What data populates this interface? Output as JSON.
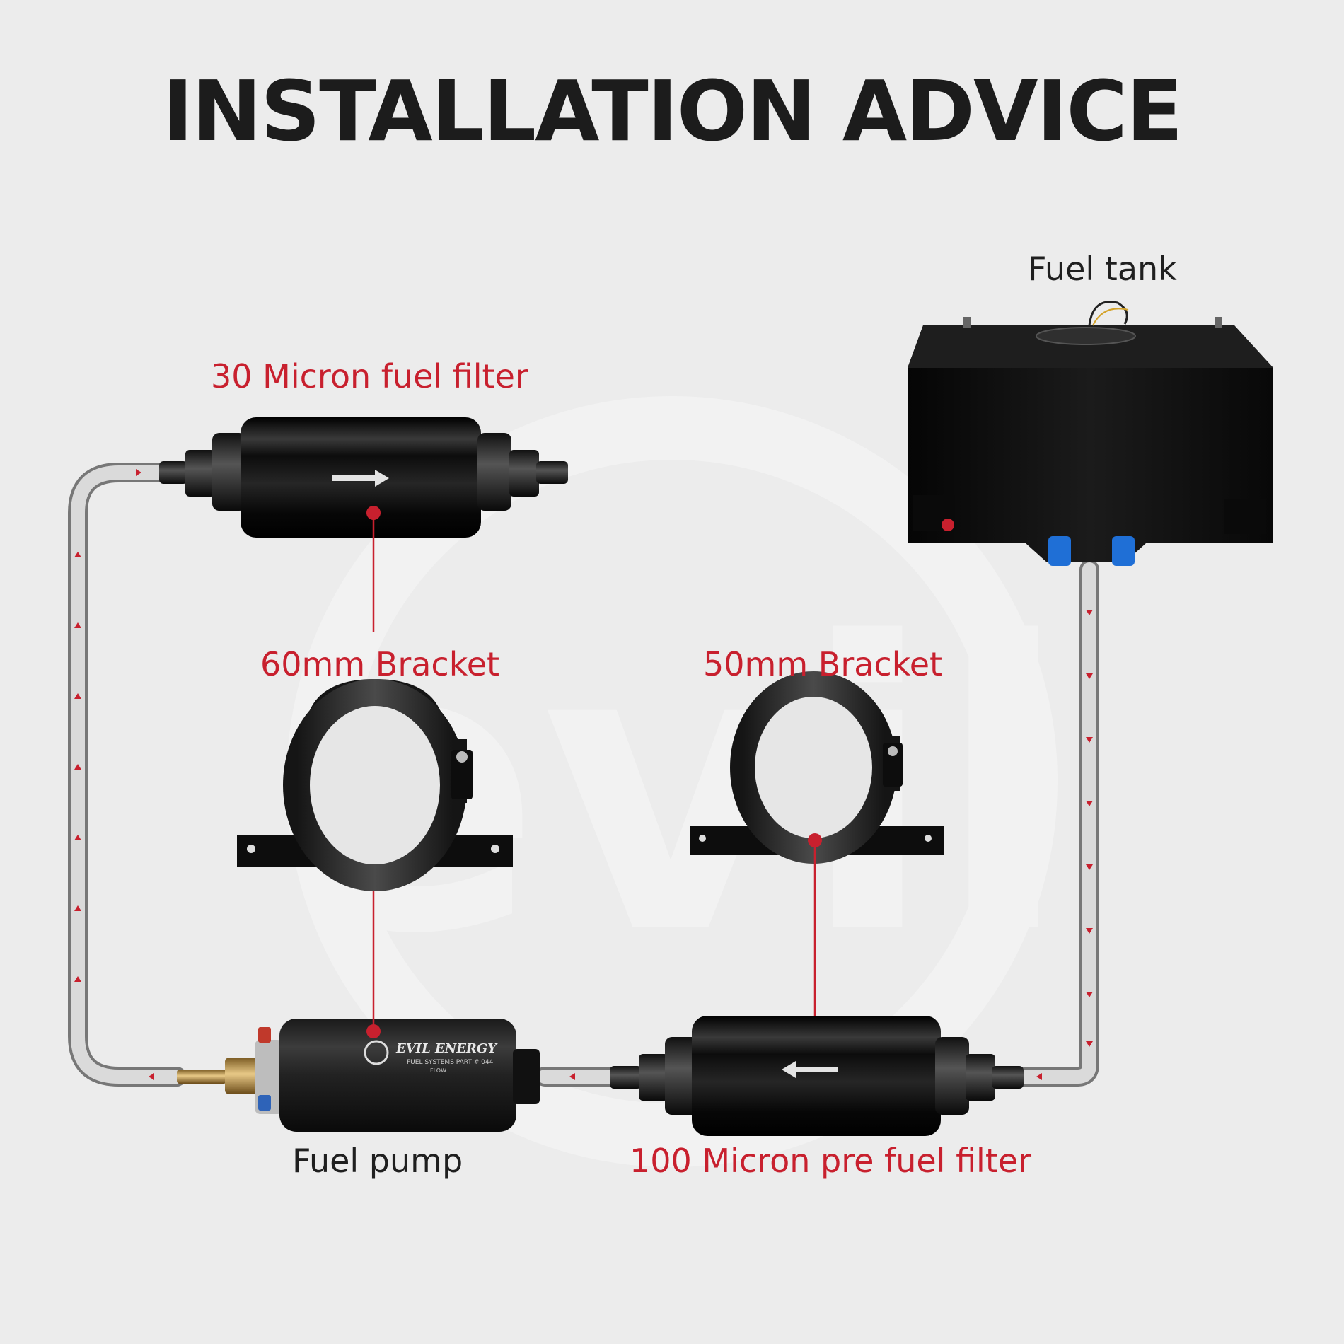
{
  "title": "INSTALLATION ADVICE",
  "colors": {
    "background": "#ececec",
    "title": "#1c1c1c",
    "accent_red": "#c8202e",
    "part_black": "#111111",
    "fitting_blue": "#1f6fd6",
    "hose": "#d9d9d9"
  },
  "components": {
    "fuel_tank": {
      "label": "Fuel tank"
    },
    "filter_30": {
      "label": "30 Micron fuel filter"
    },
    "bracket_60": {
      "label": "60mm Bracket"
    },
    "bracket_50": {
      "label": "50mm Bracket"
    },
    "fuel_pump": {
      "label": "Fuel pump",
      "brand": "EVIL ENERGY",
      "part_text": "FUEL SYSTEMS PART # 044",
      "flow_text": "FLOW"
    },
    "filter_100": {
      "label": "100 Micron pre fuel filter"
    }
  },
  "watermark": {
    "text": "evil"
  }
}
